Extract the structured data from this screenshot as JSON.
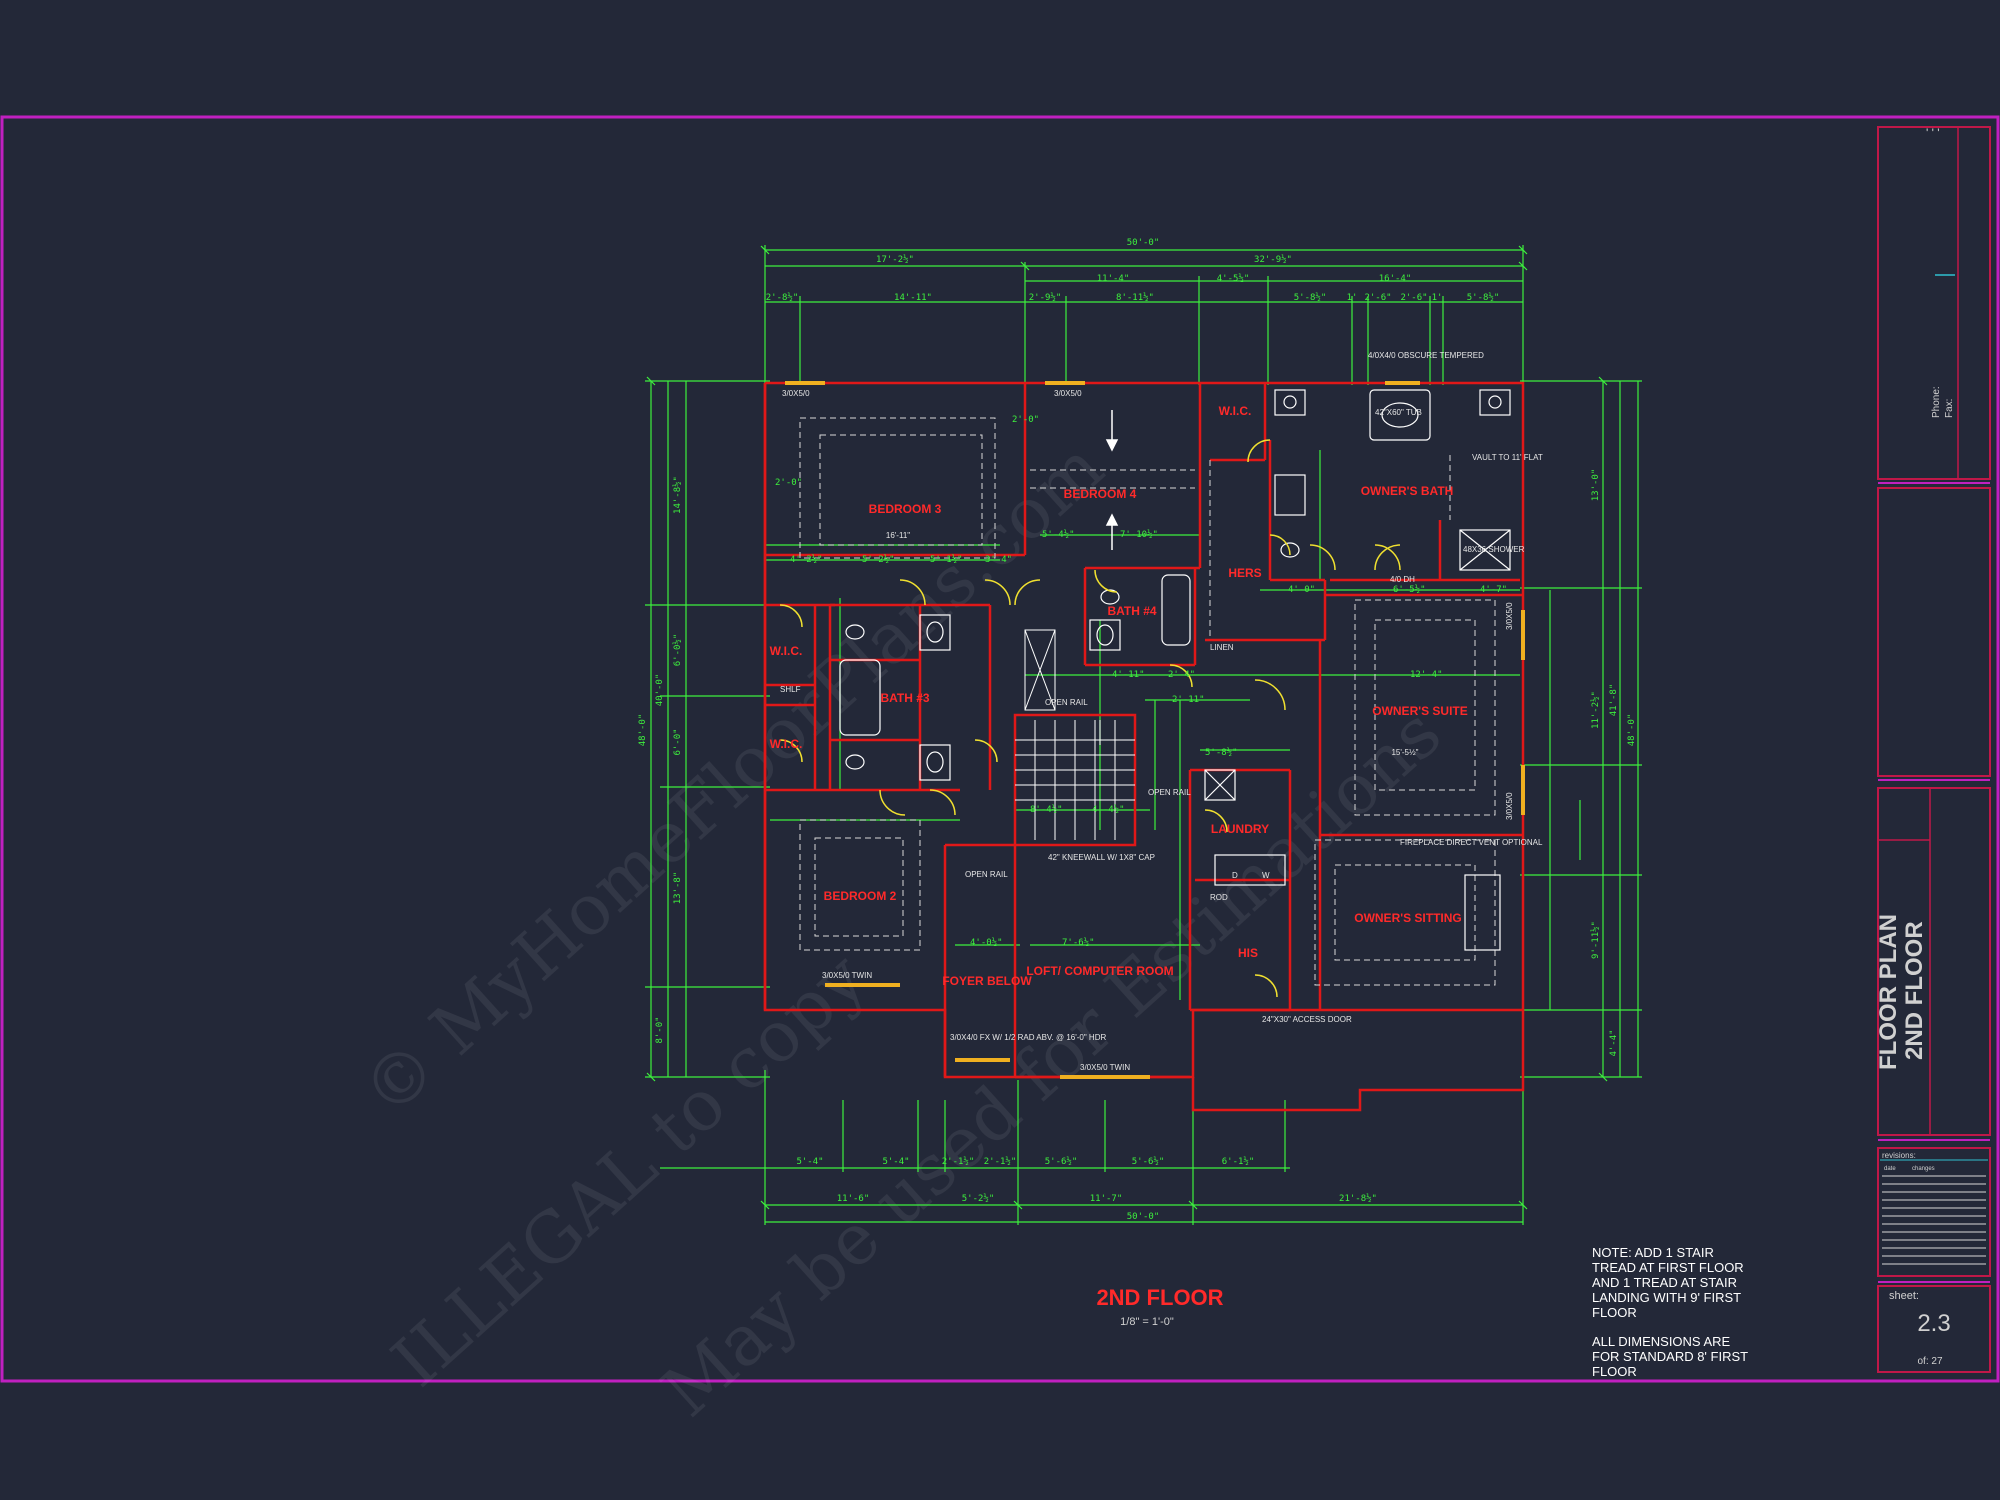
{
  "drawing": {
    "title": "2ND FLOOR",
    "scale": "1/8\" = 1'-0\"",
    "notes": [
      "NOTE: ADD 1 STAIR",
      "TREAD AT FIRST FLOOR",
      "AND 1 TREAD AT STAIR",
      "LANDING WITH 9' FIRST",
      "FLOOR",
      "",
      "ALL DIMENSIONS ARE",
      "FOR STANDARD 8' FIRST",
      "FLOOR"
    ],
    "watermark": [
      "© MyHomeFloorPlans.com",
      "ILLEGAL to copy",
      "May be used for Estimations"
    ]
  },
  "rooms": [
    {
      "label": "BEDROOM 3",
      "sub": "16'-11\""
    },
    {
      "label": "BEDROOM 4",
      "sub": ""
    },
    {
      "label": "BATH #4",
      "sub": ""
    },
    {
      "label": "BATH #3",
      "sub": ""
    },
    {
      "label": "W.I.C.",
      "sub": ""
    },
    {
      "label": "W.I.C.",
      "sub": ""
    },
    {
      "label": "W.I.C.",
      "sub": ""
    },
    {
      "label": "HERS",
      "sub": ""
    },
    {
      "label": "OWNER'S BATH",
      "sub": ""
    },
    {
      "label": "OWNER'S SUITE",
      "sub": "15'-5½\""
    },
    {
      "label": "LAUNDRY",
      "sub": ""
    },
    {
      "label": "BEDROOM 2",
      "sub": ""
    },
    {
      "label": "FOYER BELOW",
      "sub": ""
    },
    {
      "label": "LOFT/ COMPUTER ROOM",
      "sub": ""
    },
    {
      "label": "HIS",
      "sub": ""
    },
    {
      "label": "OWNER'S SITTING",
      "sub": ""
    }
  ],
  "dims": {
    "top_overall": "50'-0\"",
    "top_row1": [
      "17'-2½\"",
      "32'-9½\""
    ],
    "top_row2": [
      "11'-4\"",
      "4'-5½\"",
      "16'-4\""
    ],
    "top_row3": [
      "2'-8½\"",
      "14'-11\"",
      "2'-9½\"",
      "8'-11½\"",
      "5'-8½\"",
      "1'",
      "2'-6\"",
      "2'-6\"",
      "1'",
      "5'-8½\""
    ],
    "bottom_overall": "50'-0\"",
    "bottom_row1": [
      "11'-6\"",
      "5'-2½\"",
      "11'-7\"",
      "21'-8½\""
    ],
    "bottom_row2": [
      "5'-4\"",
      "5'-4\"",
      "2'-1½\"",
      "2'-1½\"",
      "5'-6½\"",
      "5'-6½\"",
      "6'-1½\""
    ],
    "left_overall": "48'-0\"",
    "left_row": [
      "40'-0\"",
      "14'-8½\"",
      "6'-0½\"",
      "6'-0\"",
      "13'-8\"",
      "8'-0\""
    ],
    "right_overall": "48'-0\"",
    "right_row": [
      "41'-8\"",
      "13'-0\"",
      "11'-2½\"",
      "9'-11½\"",
      "4'-4\""
    ],
    "misc": [
      "2'-0\"",
      "2'-0\"",
      "4'-2½\"",
      "5'-2½\"",
      "5'-1½\"",
      "3'-4\"",
      "5'-4½\"",
      "7'-10½\"",
      "4'-11\"",
      "2'-4\"",
      "2'-11\"",
      "12'-4\"",
      "4'-0\"",
      "4'-7\"",
      "6'-5½\"",
      "5'-8½\"",
      "8'-4½\"",
      "4'-4½\"",
      "7'-6½\"",
      "4'-0½\""
    ]
  },
  "annotations": {
    "window_top_left": "3/0X5/0",
    "window_top_mid": "3/0X5/0",
    "window_bottom_left": "3/0X5/0 TWIN",
    "window_bottom_mid": "3/0X5/0 TWIN",
    "window_right_1": "3/0X5/0",
    "window_right_2": "3/0X5/0",
    "tub_note": "42\"X60\" TUB",
    "obscure": "4/0X4/0 OBSCURE TEMPERED",
    "vault": "VAULT TO 11' FLAT",
    "shower": "48X36 SHOWER",
    "open_rail_1": "OPEN RAIL",
    "open_rail_2": "OPEN RAIL",
    "open_rail_3": "OPEN RAIL",
    "kneewall": "42\" KNEEWALL W/ 1X8\" CAP",
    "foyer_window": "3/0X4/0 FX W/ 1/2 RAD ABV. @ 16'-0\" HDR",
    "fireplace": "FIREPLACE DIRECT VENT OPTIONAL",
    "access": "24\"X30\" ACCESS DOOR",
    "dh": "4/0 DH",
    "lin": "LINEN",
    "shelf": "SHLF",
    "rod": "ROD",
    "d": "D",
    "w": "W"
  },
  "title_block": {
    "phone_label": "Phone:",
    "fax_label": "Fax:",
    "sheet_title_1": "FLOOR PLAN",
    "sheet_title_2": "2ND FLOOR",
    "revisions_label": "revisions:",
    "date_label": "date",
    "changes_label": "changes",
    "sheet_label": "sheet:",
    "sheet_number": "2.3",
    "of_label": "of: 27"
  }
}
